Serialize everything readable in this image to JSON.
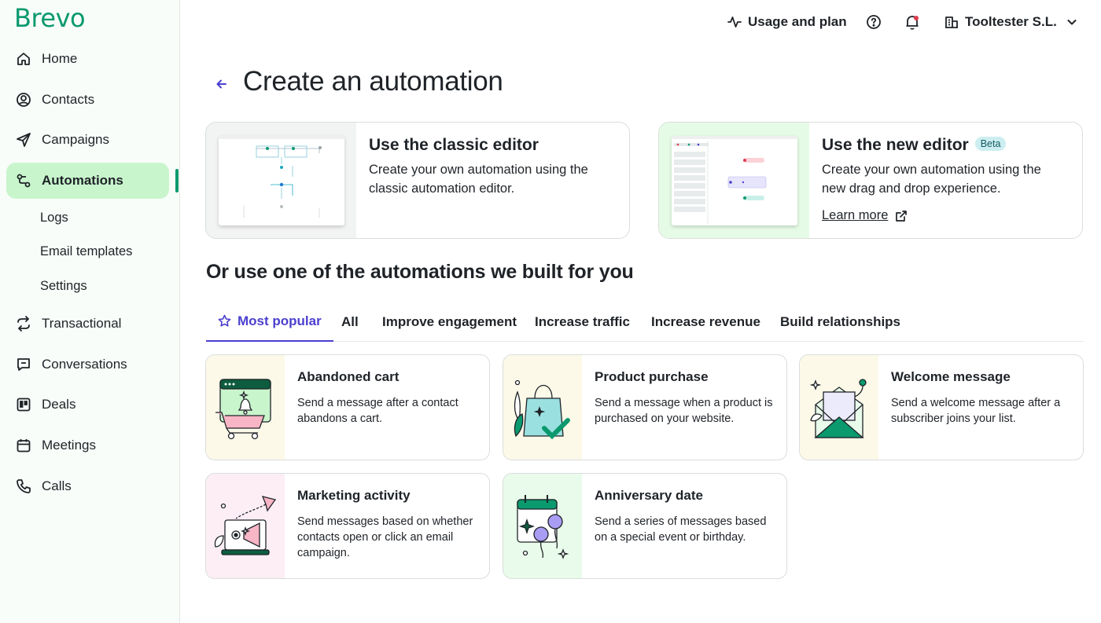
{
  "app": {
    "logo": "Brevo",
    "brand_color": "#0b996e",
    "accent_color": "#4b3fcf"
  },
  "sidebar": {
    "items": [
      {
        "label": "Home",
        "icon": "home-icon"
      },
      {
        "label": "Contacts",
        "icon": "contacts-icon"
      },
      {
        "label": "Campaigns",
        "icon": "send-icon"
      },
      {
        "label": "Automations",
        "icon": "automations-icon",
        "active": true
      },
      {
        "label": "Transactional",
        "icon": "transactional-icon"
      },
      {
        "label": "Conversations",
        "icon": "chat-icon"
      },
      {
        "label": "Deals",
        "icon": "deals-icon"
      },
      {
        "label": "Meetings",
        "icon": "calendar-icon"
      },
      {
        "label": "Calls",
        "icon": "phone-icon"
      }
    ],
    "subitems": [
      {
        "label": "Logs"
      },
      {
        "label": "Email templates"
      },
      {
        "label": "Settings"
      }
    ]
  },
  "topbar": {
    "usage_label": "Usage and plan",
    "account_label": "Tooltester S.L."
  },
  "page": {
    "title": "Create an automation"
  },
  "editors": {
    "classic": {
      "title": "Use the classic editor",
      "description": "Create your own automation using the classic automation editor."
    },
    "new": {
      "title": "Use the new editor",
      "badge": "Beta",
      "description": "Create your own automation using the new drag and drop experience.",
      "learn_more": "Learn more"
    }
  },
  "section": {
    "title": "Or use one of the automations we built for you"
  },
  "tabs": [
    {
      "label": "Most popular",
      "active": true
    },
    {
      "label": "All"
    },
    {
      "label": "Improve engagement"
    },
    {
      "label": "Increase traffic"
    },
    {
      "label": "Increase revenue"
    },
    {
      "label": "Build relationships"
    }
  ],
  "templates": [
    {
      "title": "Abandoned cart",
      "description": "Send a message after a contact abandons a cart."
    },
    {
      "title": "Product purchase",
      "description": "Send a message when a product is purchased on your website."
    },
    {
      "title": "Welcome message",
      "description": "Send a welcome message after a subscriber joins your list."
    },
    {
      "title": "Marketing activity",
      "description": "Send messages based on whether contacts open or click an email campaign."
    },
    {
      "title": "Anniversary date",
      "description": "Send a series of messages based on a special event or birthday."
    }
  ]
}
